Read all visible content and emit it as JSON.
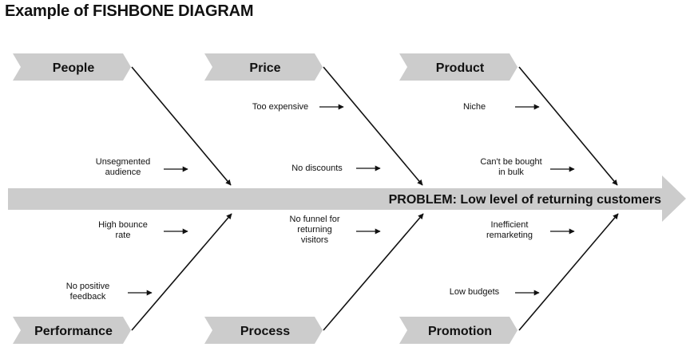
{
  "title": "Example of FISHBONE DIAGRAM",
  "problem": "PROBLEM: Low level of returning customers",
  "colors": {
    "banner": "#cccccc",
    "line": "#111111",
    "text": "#111111"
  },
  "categories": [
    {
      "name": "People",
      "causes": [
        {
          "lines": [
            "Unsegmented",
            "audience"
          ]
        }
      ]
    },
    {
      "name": "Price",
      "causes": [
        {
          "lines": [
            "Too expensive"
          ]
        },
        {
          "lines": [
            "No discounts"
          ]
        }
      ]
    },
    {
      "name": "Product",
      "causes": [
        {
          "lines": [
            "Niche"
          ]
        },
        {
          "lines": [
            "Can't be bought",
            "in bulk"
          ]
        }
      ]
    },
    {
      "name": "Performance",
      "causes": [
        {
          "lines": [
            "High bounce",
            "rate"
          ]
        },
        {
          "lines": [
            "No positive",
            "feedback"
          ]
        }
      ]
    },
    {
      "name": "Process",
      "causes": [
        {
          "lines": [
            "No funnel for",
            "returning",
            "visitors"
          ]
        }
      ]
    },
    {
      "name": "Promotion",
      "causes": [
        {
          "lines": [
            "Inefficient",
            "remarketing"
          ]
        },
        {
          "lines": [
            "Low budgets"
          ]
        }
      ]
    }
  ]
}
